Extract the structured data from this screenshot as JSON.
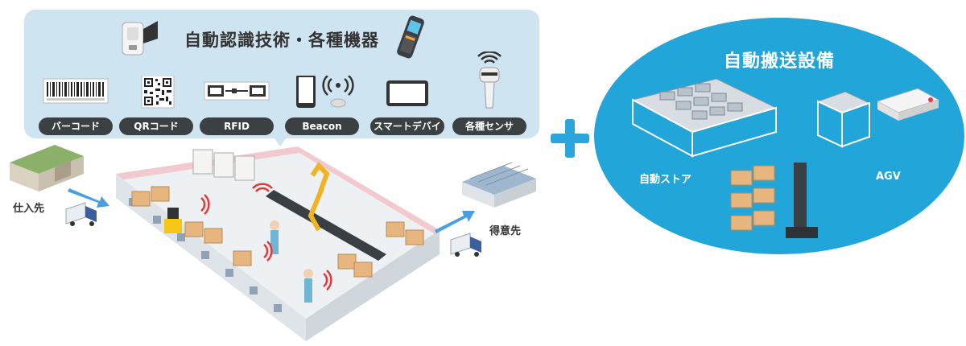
{
  "tech_panel": {
    "title": "自動認識技術・各種機器",
    "items": [
      {
        "label": "バーコード",
        "icon": "barcode-icon"
      },
      {
        "label": "QRコード",
        "icon": "qr-code-icon"
      },
      {
        "label": "RFID",
        "icon": "rfid-tag-icon"
      },
      {
        "label": "Beacon",
        "icon": "beacon-icon"
      },
      {
        "label": "スマートデバイス",
        "icon": "tablet-icon"
      },
      {
        "label": "各種センサ",
        "icon": "handheld-scanner-icon"
      }
    ]
  },
  "automation": {
    "title": "自動搬送設備",
    "automated_store_label": "自動ストア",
    "agv_label": "AGV"
  },
  "flow": {
    "supplier_label": "仕入先",
    "customer_label": "得意先"
  },
  "colors": {
    "panel_bg": "#cfe4f1",
    "pill_bg": "#3b4043",
    "accent_blue": "#22a5d8",
    "arrow_blue": "#4a9fe0",
    "rfid_red": "#e23a3a"
  }
}
